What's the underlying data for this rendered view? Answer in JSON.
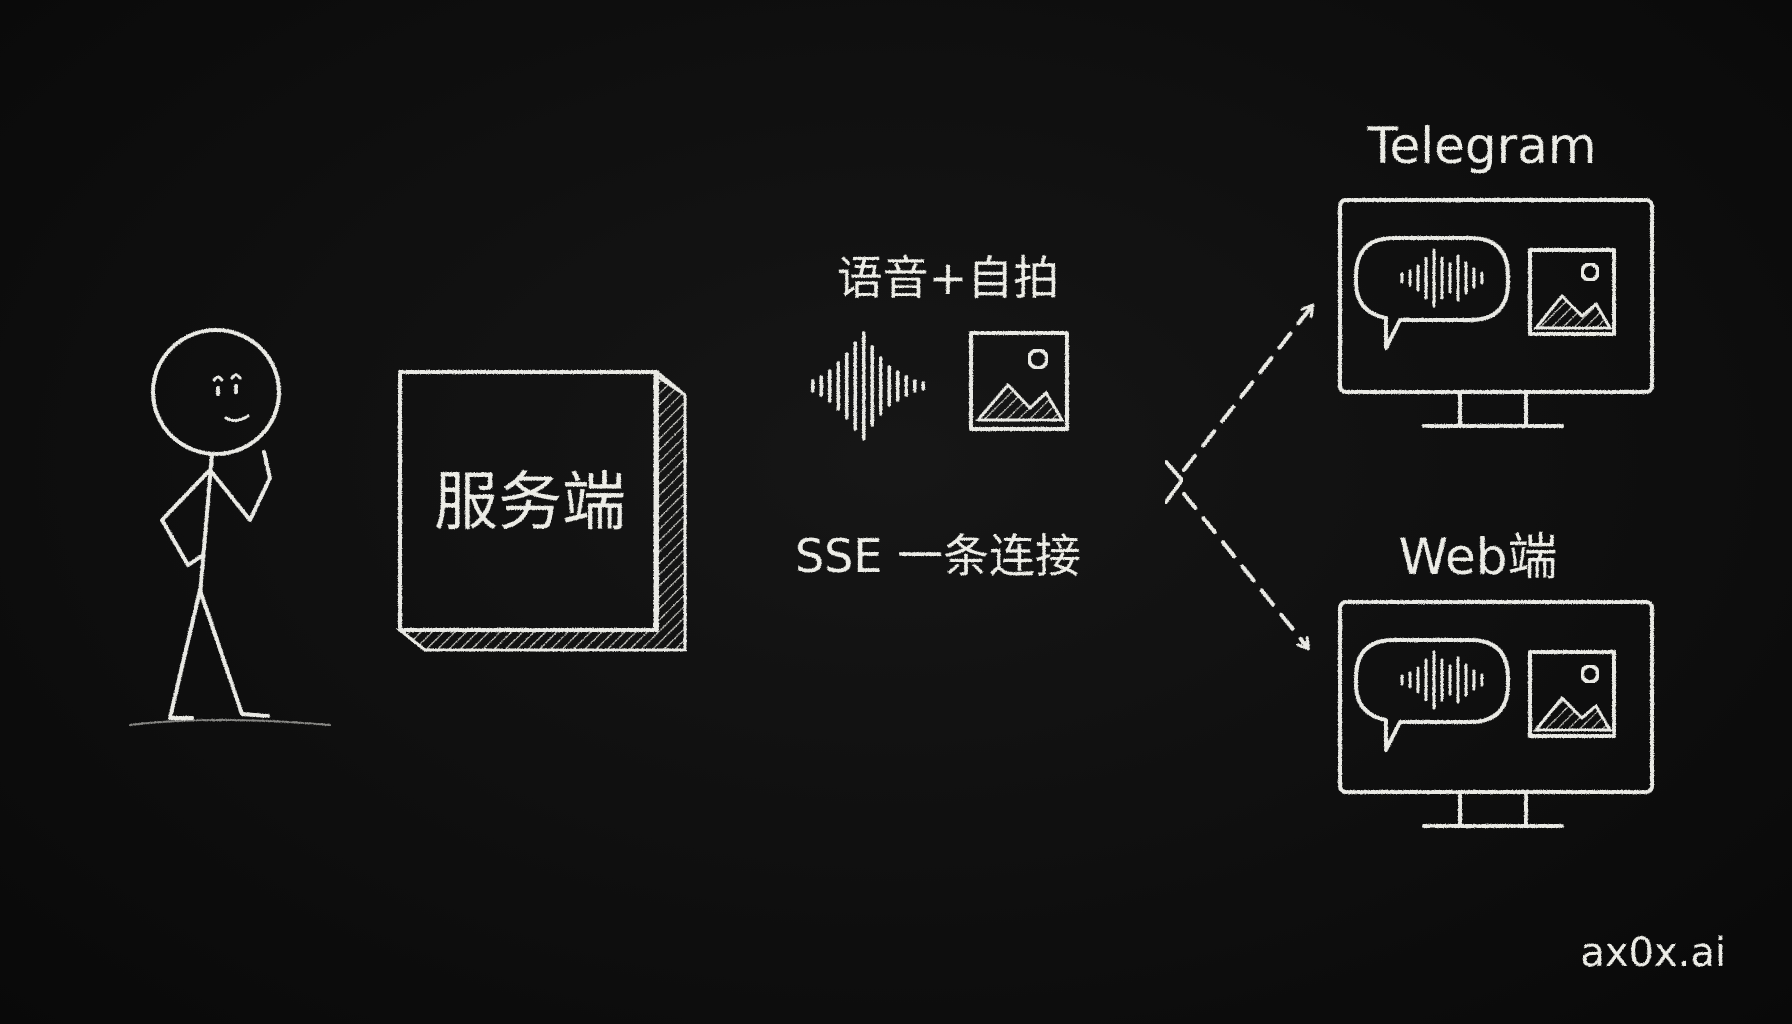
{
  "server": {
    "label": "服务端"
  },
  "payload": {
    "label": "语音+自拍"
  },
  "connection": {
    "label": "SSE 一条连接"
  },
  "clients": [
    {
      "label": "Telegram"
    },
    {
      "label": "Web端"
    }
  ],
  "watermark": "ax0x.ai",
  "icons": {
    "person": "stick-figure-icon",
    "audio": "audio-waveform-icon",
    "image": "image-icon",
    "monitor": "monitor-icon",
    "chat": "chat-bubble-icon"
  },
  "colors": {
    "background": "#0d0d0d",
    "chalk": "#e9e9e4"
  }
}
